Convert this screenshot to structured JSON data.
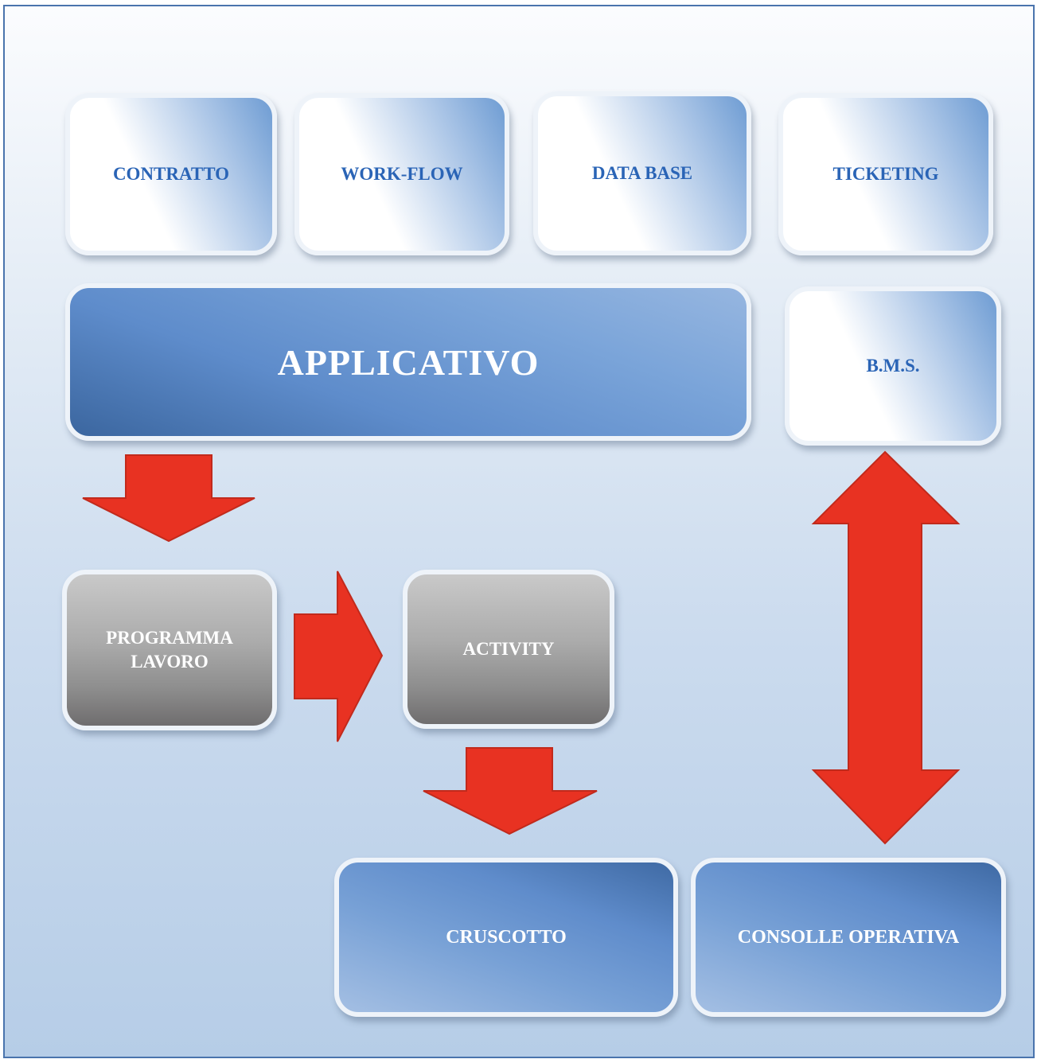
{
  "diagram": {
    "top_boxes": [
      {
        "label": "CONTRATTO"
      },
      {
        "label": "WORK-FLOW"
      },
      {
        "label": "DATA BASE"
      },
      {
        "label": "TICKETING"
      }
    ],
    "applicativo": {
      "label": "APPLICATIVO"
    },
    "bms": {
      "label": "B.M.S."
    },
    "programma": {
      "line1": "PROGRAMMA",
      "line2": "LAVORO"
    },
    "activity": {
      "label": "ACTIVITY"
    },
    "cruscotto": {
      "label": "CRUSCOTTO"
    },
    "consolle": {
      "label": "CONSOLLE OPERATIVA"
    }
  },
  "colors": {
    "arrow_fill": "#e83222",
    "arrow_stroke": "#c12a1c",
    "frame_border": "#4a74ad",
    "light_box_text": "#2a64b6"
  }
}
